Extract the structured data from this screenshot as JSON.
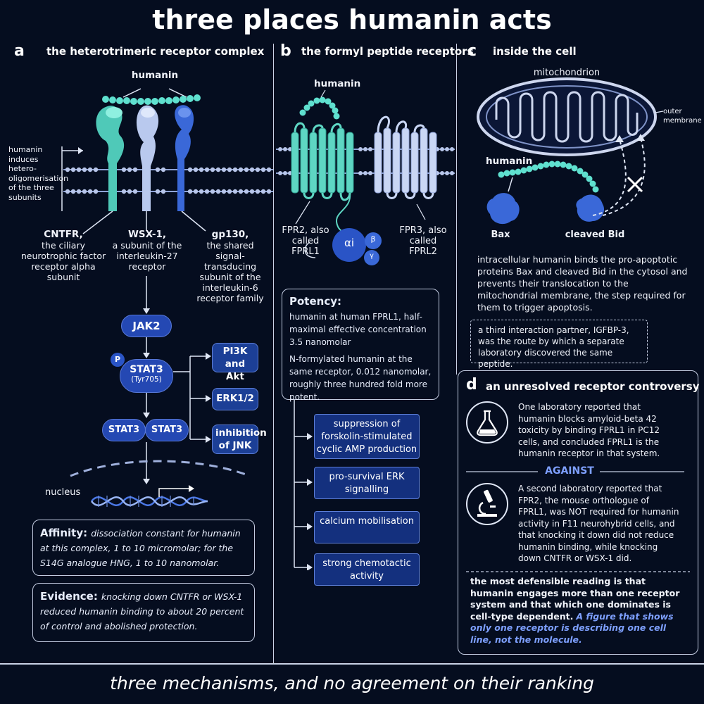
{
  "title": "three places humanin acts",
  "panel_a": {
    "letter": "a",
    "title": "the heterotrimeric receptor complex",
    "humanin_label": "humanin",
    "note": "humanin induces hetero-oligomerisation of the three subunits",
    "receptors": [
      {
        "name": "CNTFR,",
        "desc": "the ciliary neurotrophic factor receptor alpha subunit"
      },
      {
        "name": "WSX-1,",
        "desc": "a subunit of the interleukin-27 receptor"
      },
      {
        "name": "gp130,",
        "desc": "the shared signal-transducing subunit of the interleukin-6 receptor family"
      }
    ],
    "jak2": "JAK2",
    "p": "P",
    "stat3": "STAT3",
    "stat3_site": "(Tyr705)",
    "dimer_left": "STAT3",
    "dimer_right": "STAT3",
    "outputs": [
      "PI3K and Akt",
      "ERK1/2",
      "inhibition of JNK"
    ],
    "nucleus": "nucleus",
    "affinity_label": "Affinity:",
    "affinity_text": "dissociation constant for humanin at this complex, 1 to 10 micromolar; for the S14G analogue HNG, 1 to 10 nanomolar.",
    "evidence_label": "Evidence:",
    "evidence_text": "knocking down CNTFR or WSX-1 reduced humanin binding to about 20 percent of control and abolished protection."
  },
  "panel_b": {
    "letter": "b",
    "title": "the formyl peptide receptors",
    "humanin_label": "humanin",
    "fpr2_label": "FPR2, also called FPRL1",
    "fpr3_label": "FPR3, also called FPRL2",
    "g_alpha": "αi",
    "g_beta": "β",
    "g_gamma": "γ",
    "potency_label": "Potency:",
    "potency_1": "humanin at human FPRL1, half-maximal effective concentration 3.5 nanomolar",
    "potency_2": "N-formylated humanin at the same receptor, 0.012 nanomolar, roughly three hundred fold more potent.",
    "outputs": [
      "suppression of forskolin-stimulated cyclic AMP production",
      "pro-survival ERK signalling",
      "calcium mobilisation",
      "strong chemotactic activity"
    ]
  },
  "panel_c": {
    "letter": "c",
    "title": "inside the cell",
    "mito_label": "mitochondrion",
    "outer_label": "outer membrane",
    "humanin_label": "humanin",
    "bax": "Bax",
    "bid": "cleaved Bid",
    "text": "intracellular humanin binds the pro-apoptotic proteins Bax and cleaved Bid in the cytosol and prevents their translocation to the mitochondrial membrane, the step required for them to trigger apoptosis.",
    "note": "a third interaction partner, IGFBP-3, was the route by which a separate laboratory discovered the same peptide."
  },
  "panel_d": {
    "letter": "d",
    "title": "an unresolved receptor controversy",
    "claim1": "One laboratory reported that humanin blocks amyloid-beta 42 toxicity by binding FPRL1 in PC12 cells, and concluded FPRL1 is the humanin receptor in that system.",
    "against": "AGAINST",
    "claim2": "A second laboratory reported that FPR2, the mouse orthologue of FPRL1, was NOT required for humanin activity in F11 neurohybrid cells, and that knocking it down did not reduce humanin binding, while knocking down CNTFR or WSX-1 did.",
    "conclusion": "the most defensible reading is that humanin engages more than one receptor system and that which one dominates is cell-type dependent.",
    "conclusion_em": "A figure that shows only one receptor is describing one cell line, not the molecule."
  },
  "footer": "three mechanisms, and no agreement on their ranking",
  "colors": {
    "background": "#050d1f",
    "humanin_beads": "#5fe0cf",
    "cntfr": "#4fc9b8",
    "wsx1": "#b9c9ee",
    "gp130": "#3a68d8",
    "pill_blue": "#2448b3",
    "italic_accent": "#7ea0ff"
  }
}
